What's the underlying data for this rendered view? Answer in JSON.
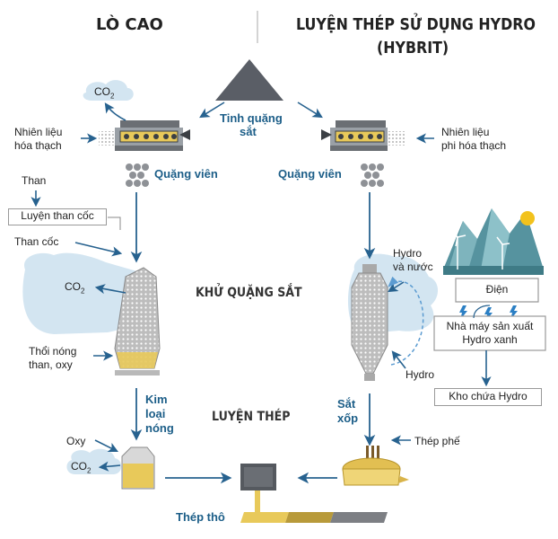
{
  "headers": {
    "left_title": "LÒ CAO",
    "right_title_line1": "LUYỆN THÉP SỬ DỤNG HYDRO",
    "right_title_line2": "(HYBRIT)"
  },
  "center": {
    "ore_label_line1": "Tinh quặng",
    "ore_label_line2": "sắt",
    "reduction_label": "KHỬ QUẶNG SẮT",
    "steelmaking_label": "LUYỆN THÉP"
  },
  "blast_furnace": {
    "co2_top": "CO",
    "co2_sub": "2",
    "fossil_fuel_line1": "Nhiên liệu",
    "fossil_fuel_line2": "hóa thạch",
    "pellets_left": "Quặng viên",
    "coal": "Than",
    "coking_box": "Luyện than cốc",
    "coke": "Than cốc",
    "co2_furnace": "CO",
    "co2_furnace_sub": "2",
    "inject_line1": "Thổi nóng",
    "inject_line2": "than, oxy",
    "hot_metal_line1": "Kim",
    "hot_metal_line2": "loại",
    "hot_metal_line3": "nóng",
    "oxygen": "Oxy",
    "co2_converter": "CO",
    "co2_converter_sub": "2"
  },
  "hybrit": {
    "non_fossil_line1": "Nhiên liệu",
    "non_fossil_line2": "phi hóa thạch",
    "pellets_right": "Quặng viên",
    "hydro_water_line1": "Hydro",
    "hydro_water_line2": "và nước",
    "electricity_box": "Điện",
    "green_plant_line1": "Nhà máy sản xuất",
    "green_plant_line2": "Hydro xanh",
    "hydro": "Hydro",
    "storage_box": "Kho chứa Hydro",
    "sponge_line1": "Sắt",
    "sponge_line2": "xốp",
    "scrap": "Thép phế"
  },
  "bottom": {
    "crude_steel": "Thép thô"
  },
  "colors": {
    "arrow_blue": "#27628f",
    "cloud": "#cfe3f0",
    "label_blue": "#1c5e88",
    "molten": "#e8c95a"
  }
}
